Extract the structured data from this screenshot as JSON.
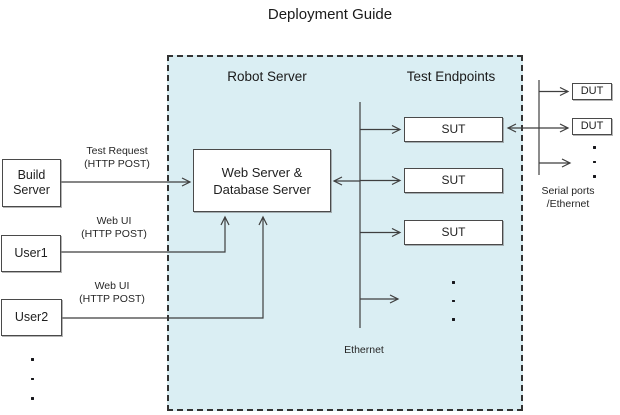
{
  "title": "Deployment Guide",
  "colors": {
    "region_fill": "#daeef3",
    "line": "#3f3f3f",
    "box_border": "#4a4a4a",
    "box_fill": "#ffffff",
    "text": "#1f1f1f"
  },
  "regions": {
    "robot_server": {
      "label": "Robot Server"
    },
    "test_endpoints": {
      "label": "Test Endpoints"
    }
  },
  "nodes": {
    "build_server": {
      "label": "Build Server"
    },
    "user1": {
      "label": "User1"
    },
    "user2": {
      "label": "User2"
    },
    "web_server": {
      "label": "Web Server & Database Server"
    },
    "sut1": {
      "label": "SUT"
    },
    "sut2": {
      "label": "SUT"
    },
    "sut3": {
      "label": "SUT"
    },
    "dut1": {
      "label": "DUT"
    },
    "dut2": {
      "label": "DUT"
    }
  },
  "edge_labels": {
    "test_request": {
      "line1": "Test Request",
      "line2": "(HTTP POST)"
    },
    "web_ui_user1": {
      "line1": "Web UI",
      "line2": "(HTTP POST)"
    },
    "web_ui_user2": {
      "line1": "Web UI",
      "line2": "(HTTP POST)"
    },
    "ethernet": {
      "label": "Ethernet"
    },
    "serial_ports": {
      "line1": "Serial ports",
      "line2": "/Ethernet"
    }
  }
}
